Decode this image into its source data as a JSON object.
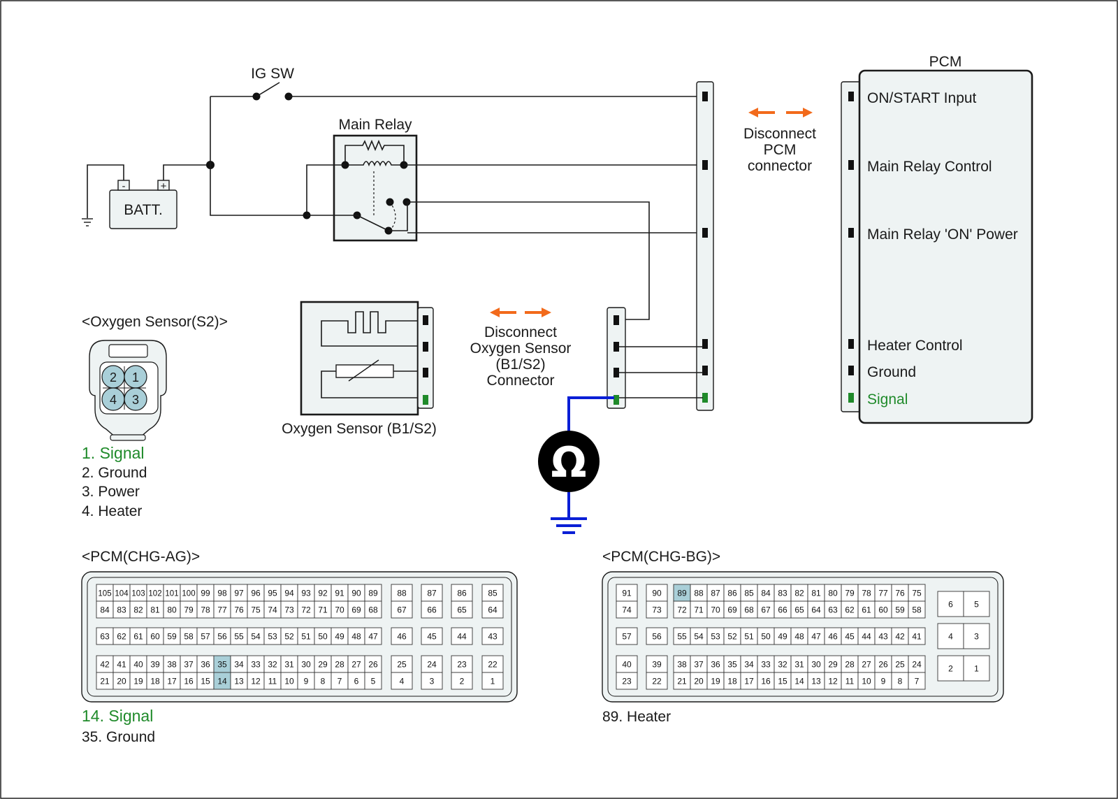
{
  "labels": {
    "ig_sw": "IG SW",
    "main_relay": "Main Relay",
    "batt": "BATT.",
    "batt_minus": "-",
    "batt_plus": "+",
    "pcm": "PCM",
    "disconnect_pcm": [
      "Disconnect",
      "PCM",
      "connector"
    ],
    "disconnect_o2": [
      "Disconnect",
      "Oxygen Sensor",
      "(B1/S2)",
      "Connector"
    ],
    "oxygen_sensor_title": "<Oxygen Sensor(S2)>",
    "oxygen_sensor_b1s2": "Oxygen Sensor (B1/S2)",
    "ohm_symbol": "Ω"
  },
  "pcm_pins": [
    "ON/START Input",
    "Main Relay Control",
    "Main Relay 'ON' Power",
    "Heater Control",
    "Ground",
    "Signal"
  ],
  "sensor_connector": {
    "pins": [
      "2",
      "1",
      "4",
      "3"
    ],
    "legend": [
      "1. Signal",
      "2. Ground",
      "3. Power",
      "4. Heater"
    ]
  },
  "pcm_ag": {
    "title": "<PCM(CHG-AG)>",
    "legend": [
      "14. Signal",
      "35. Ground"
    ],
    "highlight": [
      "35",
      "14"
    ],
    "rows": [
      [
        "105",
        "104",
        "103",
        "102",
        "101",
        "100",
        "99",
        "98",
        "97",
        "96",
        "95",
        "94",
        "93",
        "92",
        "91",
        "90",
        "89"
      ],
      [
        "84",
        "83",
        "82",
        "81",
        "80",
        "79",
        "78",
        "77",
        "76",
        "75",
        "74",
        "73",
        "72",
        "71",
        "70",
        "69",
        "68"
      ],
      [
        "63",
        "62",
        "61",
        "60",
        "59",
        "58",
        "57",
        "56",
        "55",
        "54",
        "53",
        "52",
        "51",
        "50",
        "49",
        "48",
        "47"
      ],
      [
        "42",
        "41",
        "40",
        "39",
        "38",
        "37",
        "36",
        "35",
        "34",
        "33",
        "32",
        "31",
        "30",
        "29",
        "28",
        "27",
        "26"
      ],
      [
        "21",
        "20",
        "19",
        "18",
        "17",
        "16",
        "15",
        "14",
        "13",
        "12",
        "11",
        "10",
        "9",
        "8",
        "7",
        "6",
        "5"
      ]
    ],
    "side": [
      [
        "88",
        "87",
        "86",
        "85"
      ],
      [
        "67",
        "66",
        "65",
        "64"
      ],
      [
        "46",
        "45",
        "44",
        "43"
      ],
      [
        "25",
        "24",
        "23",
        "22"
      ],
      [
        "4",
        "3",
        "2",
        "1"
      ]
    ]
  },
  "pcm_bg": {
    "title": "<PCM(CHG-BG)>",
    "legend": [
      "89. Heater"
    ],
    "highlight": [
      "89"
    ],
    "left": [
      [
        "91",
        "90"
      ],
      [
        "74",
        "73"
      ],
      [
        "57",
        "56"
      ],
      [
        "40",
        "39"
      ],
      [
        "23",
        "22"
      ]
    ],
    "rows": [
      [
        "89",
        "88",
        "87",
        "86",
        "85",
        "84",
        "83",
        "82",
        "81",
        "80",
        "79",
        "78",
        "77",
        "76",
        "75"
      ],
      [
        "72",
        "71",
        "70",
        "69",
        "68",
        "67",
        "66",
        "65",
        "64",
        "63",
        "62",
        "61",
        "60",
        "59",
        "58"
      ],
      [
        "55",
        "54",
        "53",
        "52",
        "51",
        "50",
        "49",
        "48",
        "47",
        "46",
        "45",
        "44",
        "43",
        "42",
        "41"
      ],
      [
        "38",
        "37",
        "36",
        "35",
        "34",
        "33",
        "32",
        "31",
        "30",
        "29",
        "28",
        "27",
        "26",
        "25",
        "24"
      ],
      [
        "21",
        "20",
        "19",
        "18",
        "17",
        "16",
        "15",
        "14",
        "13",
        "12",
        "11",
        "10",
        "9",
        "8",
        "7"
      ]
    ],
    "right": [
      [
        "6",
        "5"
      ],
      [
        "4",
        "3"
      ],
      [
        "2",
        "1"
      ]
    ]
  },
  "colors": {
    "signal_green": "#1f8a2a",
    "arrow_orange": "#f26a1b",
    "meter_wire_blue": "#0a1fd6",
    "pin_highlight": "#a9cfd8",
    "connector_fill": "#eef3f3"
  }
}
